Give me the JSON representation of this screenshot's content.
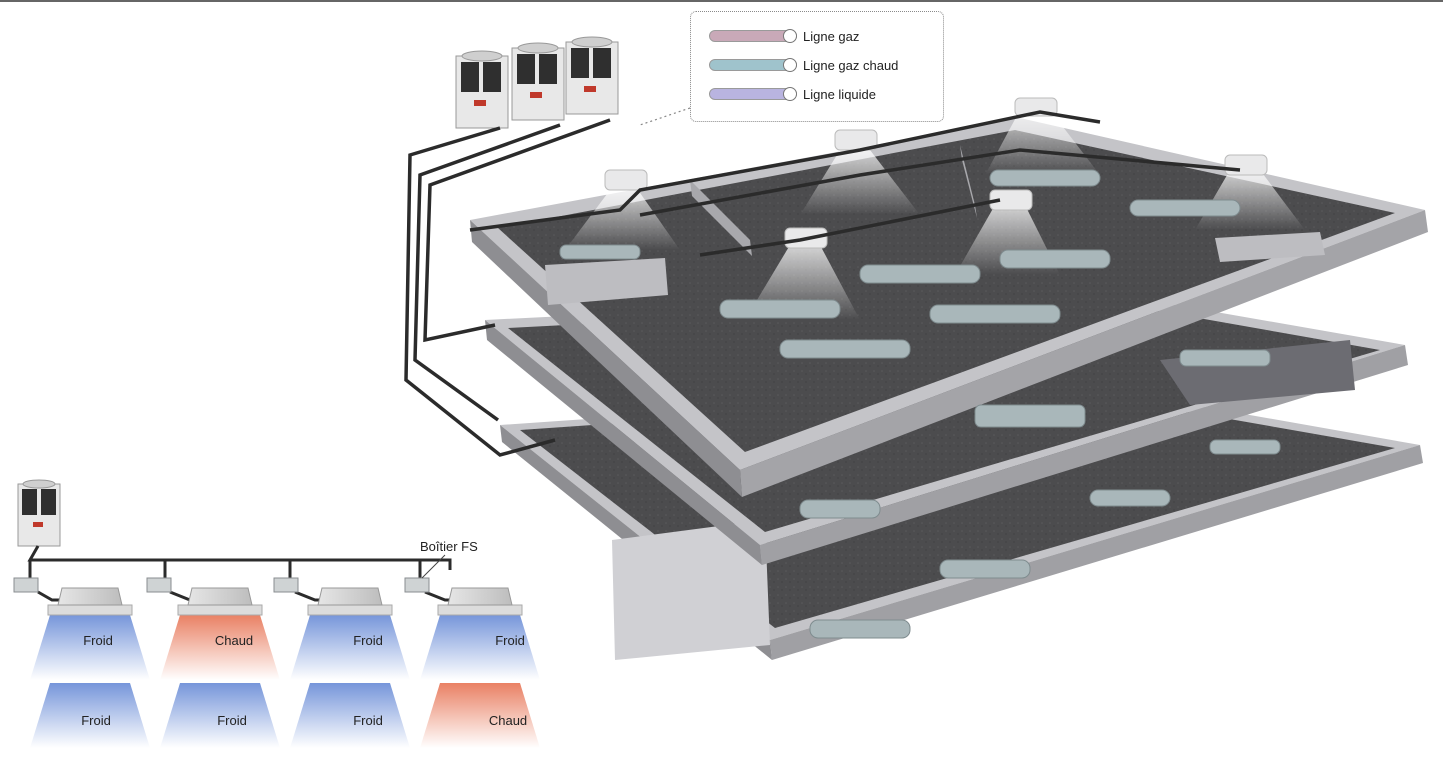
{
  "legend": {
    "items": [
      {
        "label": "Ligne gaz",
        "color": "#c9a9b8"
      },
      {
        "label": "Ligne gaz chaud",
        "color": "#9fc3cc"
      },
      {
        "label": "Ligne liquide",
        "color": "#b9b4e0"
      }
    ]
  },
  "fs_box_label": "Boîtier FS",
  "units_row1": [
    {
      "label": "Froid",
      "mode": "cold"
    },
    {
      "label": "Chaud",
      "mode": "hot"
    },
    {
      "label": "Froid",
      "mode": "cold"
    },
    {
      "label": "Froid",
      "mode": "cold"
    }
  ],
  "units_row2": [
    {
      "label": "Froid",
      "mode": "cold"
    },
    {
      "label": "Froid",
      "mode": "cold"
    },
    {
      "label": "Froid",
      "mode": "cold"
    },
    {
      "label": "Chaud",
      "mode": "hot"
    }
  ],
  "colors": {
    "cold": "#6f90d8",
    "hot": "#e87a5c",
    "pipe": "#2b2b2b",
    "floor": "#4a4a4a",
    "wall": "#b8b8bc"
  }
}
